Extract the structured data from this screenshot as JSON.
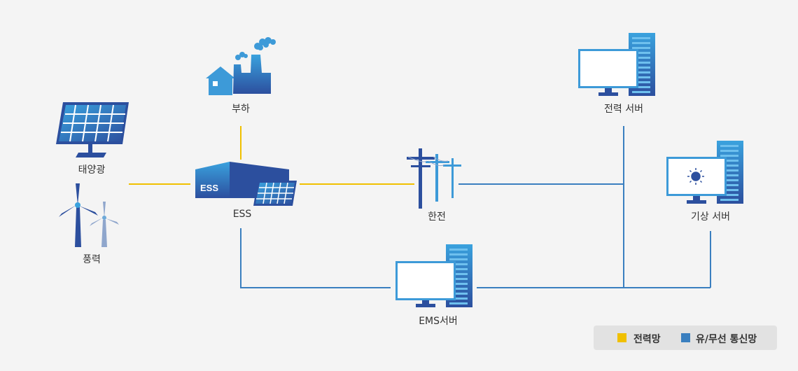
{
  "nodes": {
    "solar": "태양광",
    "wind": "풍력",
    "load": "부하",
    "ess": "ESS",
    "kepco": "한전",
    "power_server": "전력 서버",
    "weather_server": "기상 서버",
    "ems_server": "EMS서버"
  },
  "ess_box_text": "ESS",
  "legend": {
    "power_grid": "전력망",
    "comm_network": "유/무선 통신망"
  },
  "colors": {
    "power_line": "#f0c000",
    "comm_line": "#3a7fbf",
    "icon_dark": "#2c4f9e",
    "icon_light": "#3d9ad8"
  }
}
